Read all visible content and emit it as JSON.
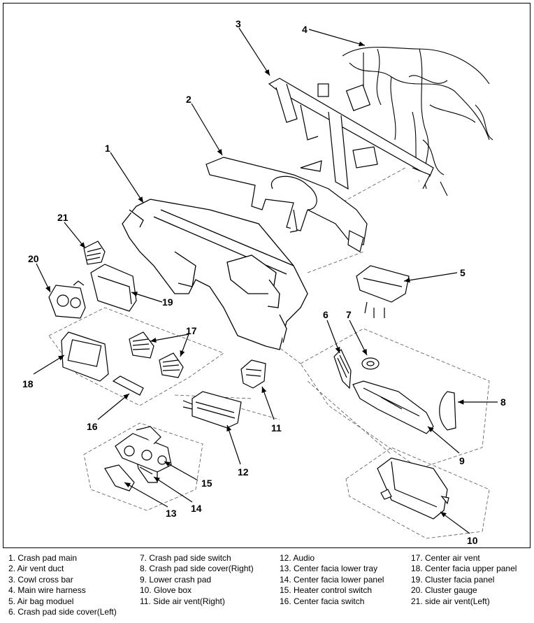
{
  "callouts": [
    "1",
    "2",
    "3",
    "4",
    "5",
    "6",
    "7",
    "8",
    "9",
    "10",
    "11",
    "12",
    "13",
    "14",
    "15",
    "16",
    "17",
    "18",
    "19",
    "20",
    "21"
  ],
  "legend": {
    "col1": [
      "1. Crash pad main",
      "2. Air vent duct",
      "3. Cowl cross bar",
      "4. Main wire harness",
      "5. Air bag moduel",
      "6. Crash pad side cover(Left)"
    ],
    "col2": [
      "7. Crash pad side switch",
      "8. Crash pad side cover(Right)",
      "9. Lower crash pad",
      "10. Glove box",
      "11. Side air vent(Right)"
    ],
    "col3": [
      "12. Audio",
      "13. Center facia lower tray",
      "14. Center facia lower panel",
      "15. Heater control switch",
      "16. Center facia switch"
    ],
    "col4": [
      "17. Center air vent",
      "18. Center facia upper panel",
      "19. Cluster facia panel",
      "20. Cluster gauge",
      "21. side air vent(Left)"
    ]
  },
  "parts": [
    "cowl-cross-bar",
    "main-wire-harness",
    "air-vent-duct",
    "crash-pad-main",
    "air-bag-module",
    "crash-pad-side-cover-left",
    "crash-pad-side-switch",
    "crash-pad-side-cover-right",
    "lower-crash-pad",
    "glove-box",
    "side-air-vent-right",
    "audio",
    "center-facia-lower-tray",
    "center-facia-lower-panel",
    "heater-control-switch",
    "center-facia-switch",
    "center-air-vent",
    "center-facia-upper-panel",
    "cluster-facia-panel",
    "cluster-gauge",
    "side-air-vent-left"
  ]
}
